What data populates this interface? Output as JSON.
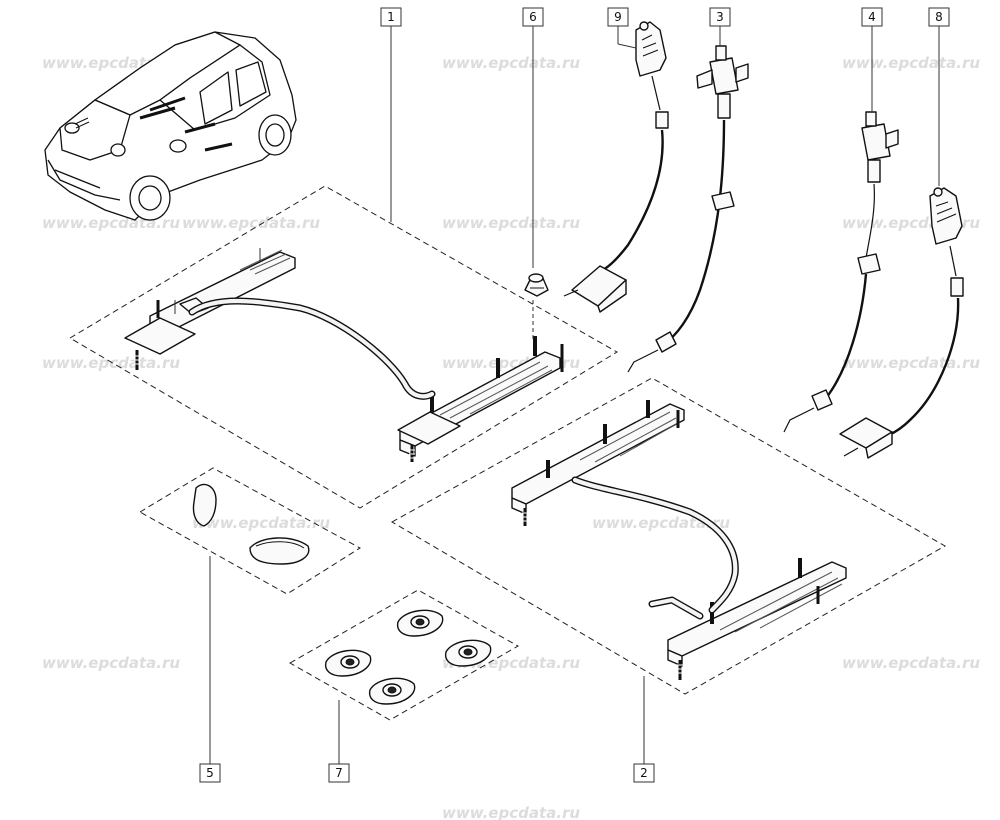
{
  "watermark": "www.epcdata.ru",
  "callouts": [
    {
      "id": "1",
      "label": "1"
    },
    {
      "id": "6",
      "label": "6"
    },
    {
      "id": "9",
      "label": "9"
    },
    {
      "id": "3",
      "label": "3"
    },
    {
      "id": "4",
      "label": "4"
    },
    {
      "id": "8",
      "label": "8"
    },
    {
      "id": "5",
      "label": "5"
    },
    {
      "id": "7",
      "label": "7"
    },
    {
      "id": "2",
      "label": "2"
    }
  ],
  "parts": [
    {
      "callout": "1",
      "icon": "left-seat-rail-assembly-icon"
    },
    {
      "callout": "2",
      "icon": "right-seat-rail-assembly-icon"
    },
    {
      "callout": "3",
      "icon": "release-cable-with-lock-icon"
    },
    {
      "callout": "4",
      "icon": "release-cable-with-lock-icon"
    },
    {
      "callout": "5",
      "icon": "rail-trim-covers-icon"
    },
    {
      "callout": "6",
      "icon": "nut-icon"
    },
    {
      "callout": "7",
      "icon": "rail-clip-set-icon"
    },
    {
      "callout": "8",
      "icon": "release-handle-with-cable-icon"
    },
    {
      "callout": "9",
      "icon": "release-handle-with-cable-icon"
    }
  ],
  "vehicle_icon": "hatchback-car-icon"
}
